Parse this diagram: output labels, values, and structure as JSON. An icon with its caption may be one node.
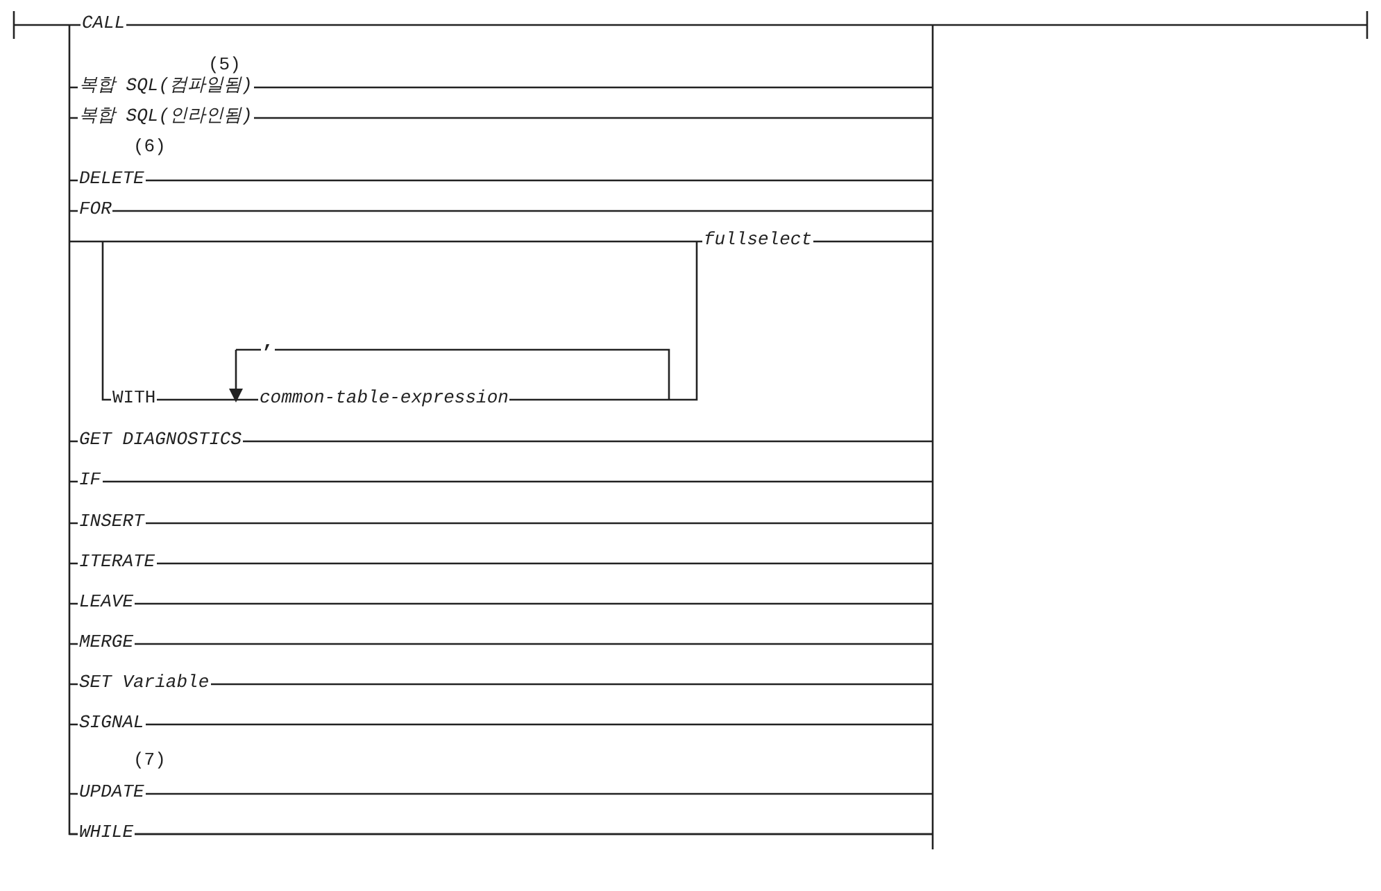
{
  "diagram": {
    "nodes": [
      {
        "text": [
          "CALL"
        ]
      },
      {
        "text": [
          "복합 SQL(컴파일됨)"
        ],
        "beside": [
          "(5)"
        ]
      },
      {
        "text": [
          "복합 SQL(인라인됨)"
        ]
      },
      {
        "text": [
          "DELETE"
        ],
        "beside": [
          "(6)"
        ]
      },
      {
        "text": [
          "FOR"
        ]
      },
      {
        "text": [
          "fullselect"
        ]
      },
      {
        "text": [
          "WITH"
        ]
      },
      {
        "text": [
          "common-table-expression"
        ]
      },
      {
        "text": [
          "GET DIAGNOSTICS"
        ]
      },
      {
        "text": [
          "IF"
        ]
      },
      {
        "text": [
          "INSERT"
        ]
      },
      {
        "text": [
          "ITERATE"
        ]
      },
      {
        "text": [
          "LEAVE"
        ]
      },
      {
        "text": [
          "MERGE"
        ]
      },
      {
        "text": [
          "SET Variable"
        ]
      },
      {
        "text": [
          "SIGNAL"
        ]
      },
      {
        "text": [
          "UPDATE"
        ],
        "beside": [
          "(7)"
        ]
      },
      {
        "text": [
          "WHILE"
        ]
      }
    ],
    "labels": [
      ","
    ]
  }
}
